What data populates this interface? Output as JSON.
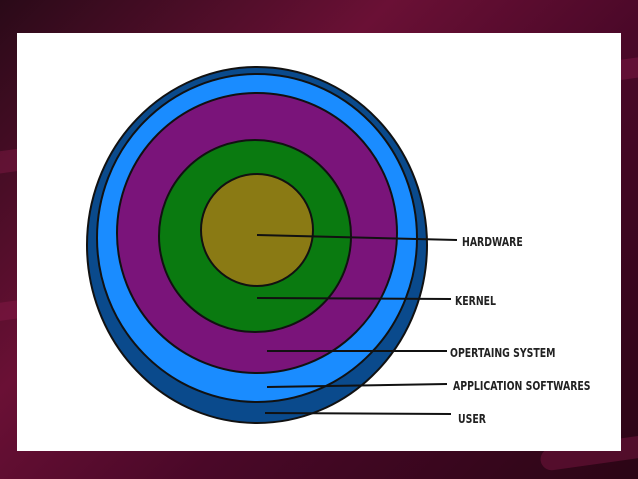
{
  "colors": {
    "background": "#5a0d2e",
    "panel": "#ffffff",
    "outline": "#111111",
    "leader_line": "#111111"
  },
  "layers": [
    {
      "id": "user",
      "label": "USER",
      "color": "#0a4a8c"
    },
    {
      "id": "application-softwares",
      "label": "APPLICATION SOFTWARES",
      "color": "#1a8cff"
    },
    {
      "id": "operating-system",
      "label": "OPERTAING SYSTEM",
      "color": "#7a147a"
    },
    {
      "id": "kernel",
      "label": "KERNEL",
      "color": "#0a7a10"
    },
    {
      "id": "hardware",
      "label": "HARDWARE",
      "color": "#8a7a14"
    }
  ]
}
